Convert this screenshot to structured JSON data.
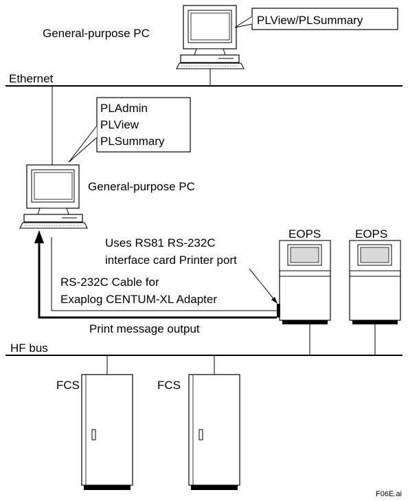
{
  "diagram": {
    "networks": {
      "ethernet": "Ethernet",
      "hf_bus": "HF bus"
    },
    "top_pc": {
      "label": "General-purpose PC",
      "callout": "PLView/PLSummary"
    },
    "mid_pc": {
      "label": "General-purpose PC",
      "callout_lines": [
        "PLAdmin",
        "PLView",
        "PLSummary"
      ]
    },
    "eops": [
      "EOPS",
      "EOPS"
    ],
    "fcs": [
      "FCS",
      "FCS"
    ],
    "annotations": {
      "interface_card": [
        "Uses RS81 RS-232C",
        "interface card Printer port"
      ],
      "cable": [
        "RS-232C Cable for",
        "Exaplog CENTUM-XL Adapter"
      ],
      "print_output": "Print message output"
    },
    "figure_id": "F06E.ai"
  }
}
